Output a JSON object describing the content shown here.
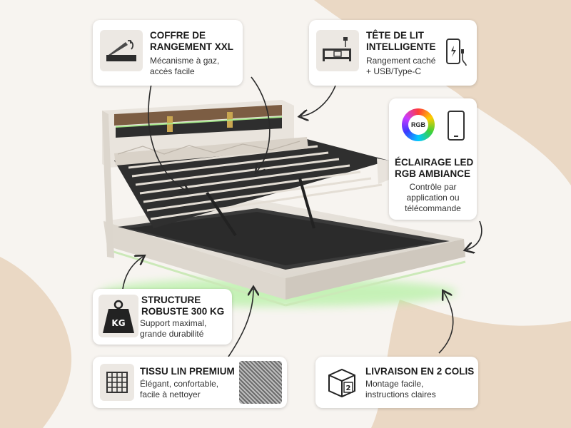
{
  "features": {
    "storage": {
      "icon": "lift-storage-icon",
      "title_lines": [
        "COFFRE DE",
        "RANGEMENT XXL"
      ],
      "desc_lines": [
        "Mécanisme à gaz,",
        "accès facile"
      ]
    },
    "headboard": {
      "icon": "shelf-usb-icon",
      "side_icon": "phone-charging-icon",
      "title_lines": [
        "TÊTE DE LIT",
        "INTELLIGENTE"
      ],
      "desc_lines": [
        "Rangement caché",
        "+ USB/Type-C"
      ]
    },
    "led": {
      "icon": "rgb-color-wheel-icon",
      "rgb_label": "RGB",
      "side_icon": "smartphone-icon",
      "title_lines": [
        "ÉCLAIRAGE LED",
        "RGB AMBIANCE"
      ],
      "desc_lines": [
        "Contrôle par",
        "application ou",
        "télécommande"
      ]
    },
    "structure": {
      "icon": "weight-kg-icon",
      "weight_label": "KG",
      "title_lines": [
        "STRUCTURE",
        "ROBUSTE 300 KG"
      ],
      "desc_lines": [
        "Support maximal,",
        "grande durabilité"
      ]
    },
    "fabric": {
      "icon": "fabric-texture-icon",
      "side_icon": "linen-swatch-icon",
      "title_lines": [
        "TISSU LIN PREMIUM"
      ],
      "desc_lines": [
        "Élégant, confortable,",
        "facile à nettoyer"
      ]
    },
    "delivery": {
      "icon": "package-box-icon",
      "box_number": "2",
      "title_lines": [
        "LIVRAISON EN 2 COLIS"
      ],
      "desc_lines": [
        "Montage facile,",
        "instructions claires"
      ]
    }
  },
  "colors": {
    "background": "#f7f4f0",
    "accent_blob": "#ead8c4",
    "bed_fabric": "#e6e1da",
    "led_glow": "#9ff08a",
    "slats": "#2d2d2d"
  }
}
